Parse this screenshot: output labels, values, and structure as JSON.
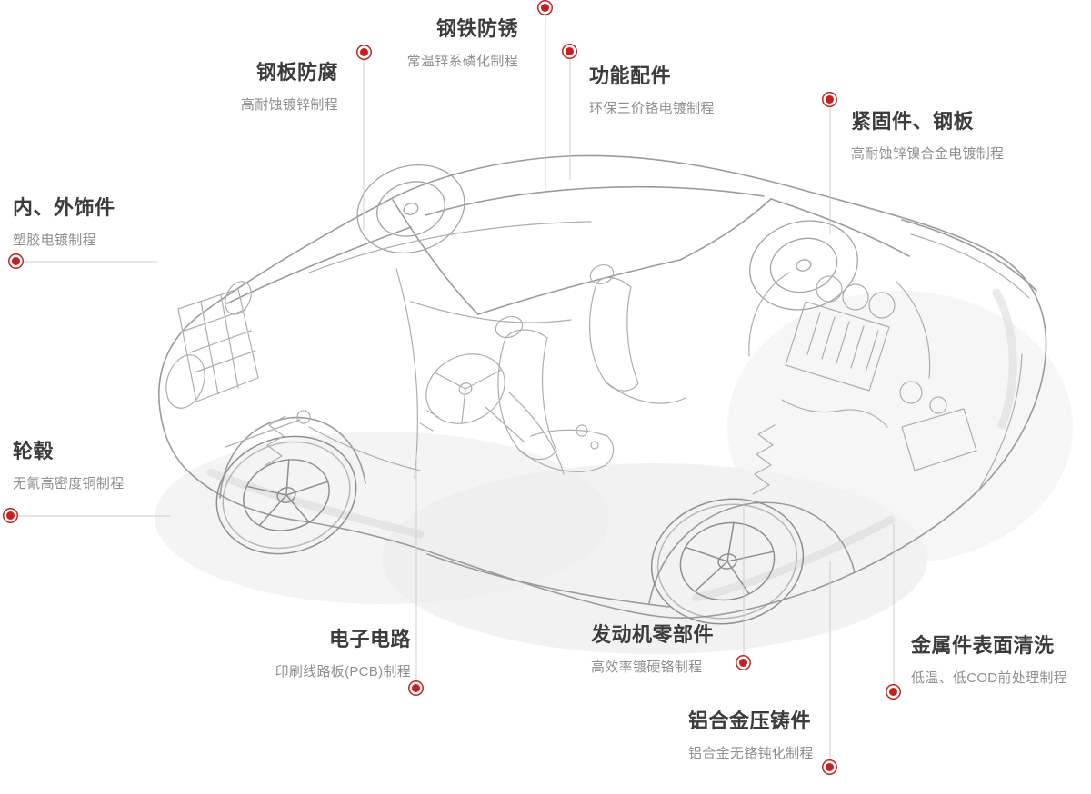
{
  "colors": {
    "accent": "#c81e1e",
    "title_text": "#3c3c3c",
    "subtitle_text": "#8f8f8f",
    "connector_line": "#cccccc",
    "sketch_stroke": "#9b9b9b"
  },
  "illustration": {
    "name": "sports-car-cutaway-sketch-icon"
  },
  "callouts": [
    {
      "key": "steel-plate-anticorrosion",
      "title": "钢板防腐",
      "subtitle": "高耐蚀镀锌制程"
    },
    {
      "key": "steel-antirust",
      "title": "钢铁防锈",
      "subtitle": "常温锌系磷化制程"
    },
    {
      "key": "functional-parts",
      "title": "功能配件",
      "subtitle": "环保三价铬电镀制程"
    },
    {
      "key": "fasteners-steel-plate",
      "title": "紧固件、钢板",
      "subtitle": "高耐蚀锌镍合金电镀制程"
    },
    {
      "key": "interior-exterior-trim",
      "title": "内、外饰件",
      "subtitle": "塑胶电镀制程"
    },
    {
      "key": "wheel-hub",
      "title": "轮毂",
      "subtitle": "无氰高密度铜制程"
    },
    {
      "key": "electronic-circuit",
      "title": "电子电路",
      "subtitle": "印刷线路板(PCB)制程"
    },
    {
      "key": "engine-parts",
      "title": "发动机零部件",
      "subtitle": "高效率镀硬铬制程"
    },
    {
      "key": "aluminum-die-casting",
      "title": "铝合金压铸件",
      "subtitle": "铝合金无铬钝化制程"
    },
    {
      "key": "metal-surface-cleaning",
      "title": "金属件表面清洗",
      "subtitle": "低温、低COD前处理制程"
    }
  ]
}
